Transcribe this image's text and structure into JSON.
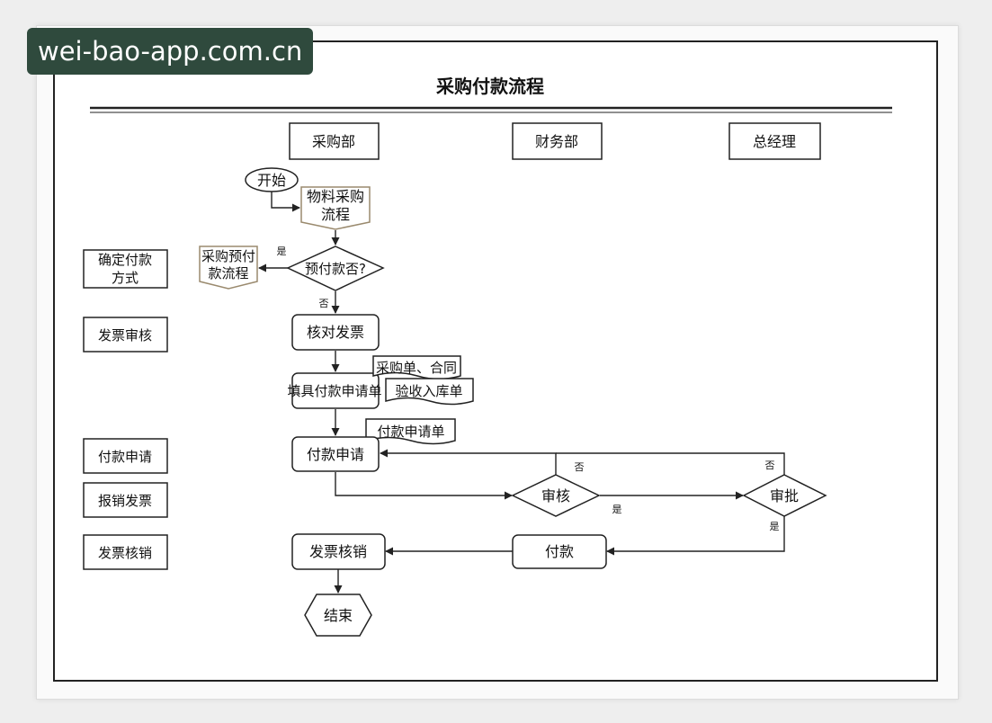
{
  "watermark": "wei-bao-app.com.cn",
  "title": "采购付款流程",
  "lanes": {
    "purchase": "采购部",
    "finance": "财务部",
    "gm": "总经理"
  },
  "left_labels": {
    "confirm_1": "确定付款",
    "confirm_2": "方式",
    "invoice_review": "发票审核",
    "payment_request": "付款申请",
    "reimburse_invoice": "报销发票",
    "invoice_writeoff": "发票核销"
  },
  "nodes": {
    "start": "开始",
    "material_1": "物料采购",
    "material_2": "流程",
    "prepay_decision": "预付款否?",
    "prepay_flow_1": "采购预付",
    "prepay_flow_2": "款流程",
    "verify_invoice": "核对发票",
    "fill_request": "填具付款申请单",
    "doc_po_contract": "采购单、合同",
    "doc_receipt": "验收入库单",
    "doc_request_form": "付款申请单",
    "payment_request": "付款申请",
    "review": "审核",
    "approve": "审批",
    "pay": "付款",
    "writeoff": "发票核销",
    "end": "结束"
  },
  "edge_labels": {
    "prepay_yes": "是",
    "prepay_no": "否",
    "review_no": "否",
    "review_yes": "是",
    "approve_no": "否",
    "approve_yes": "是"
  }
}
